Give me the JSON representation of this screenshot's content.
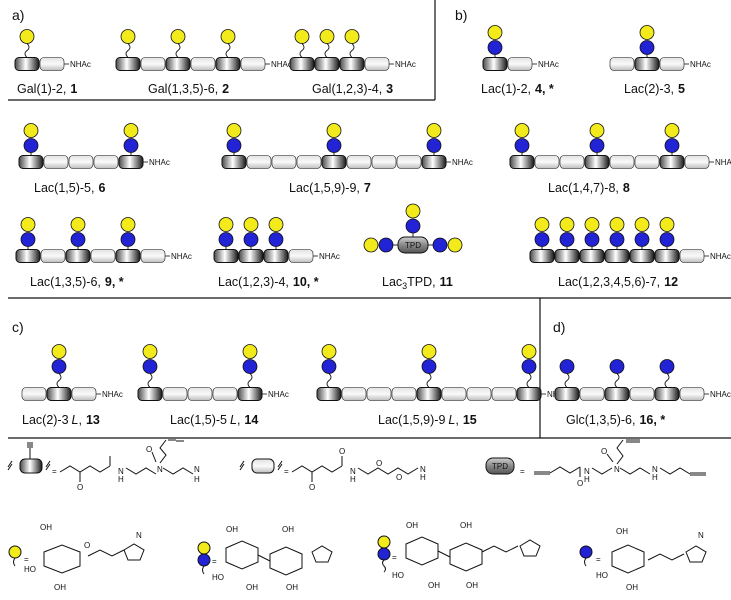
{
  "colors": {
    "galactose": "#f2ea1a",
    "glucose": "#2323d6",
    "line": "#111111"
  },
  "end_group": "NHAc",
  "panels": {
    "a": "a)",
    "b": "b)",
    "c": "c)",
    "d": "d)"
  },
  "compounds": [
    {
      "name": "Gal(1)-2,",
      "num": "1"
    },
    {
      "name": "Gal(1,3,5)-6,",
      "num": "2"
    },
    {
      "name": "Gal(1,2,3)-4,",
      "num": "3"
    },
    {
      "name": "Lac(1)-2,",
      "num": "4, *"
    },
    {
      "name": "Lac(2)-3,",
      "num": "5"
    },
    {
      "name": "Lac(1,5)-5,",
      "num": "6"
    },
    {
      "name": "Lac(1,5,9)-9,",
      "num": "7"
    },
    {
      "name": "Lac(1,4,7)-8,",
      "num": "8"
    },
    {
      "name": "Lac(1,3,5)-6,",
      "num": "9, *"
    },
    {
      "name": "Lac(1,2,3)-4,",
      "num": "10, *"
    },
    {
      "name": "Lac",
      "sub": "3",
      "suffix": "TPD,",
      "num": "11"
    },
    {
      "name": "Lac(1,2,3,4,5,6)-7,",
      "num": "12"
    },
    {
      "name": "Lac(2)-3",
      "l": "L",
      "comma": ",",
      "num": "13"
    },
    {
      "name": "Lac(1,5)-5",
      "l": "L",
      "comma": ",",
      "num": "14"
    },
    {
      "name": "Lac(1,5,9)-9",
      "l": "L",
      "comma": ",",
      "num": "15"
    },
    {
      "name": "Glc(1,3,5)-6,",
      "num": "16, *"
    }
  ],
  "legend": {
    "tpd": "TPD",
    "atoms": {
      "H": "H",
      "N": "N",
      "O": "O",
      "OH": "OH",
      "HO": "HO"
    }
  }
}
